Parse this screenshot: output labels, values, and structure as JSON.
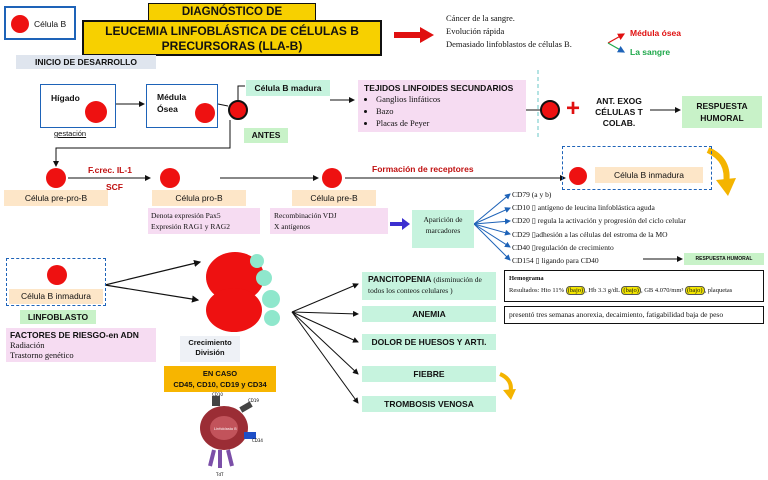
{
  "colors": {
    "red": "#ee1111",
    "yellow": "#f7d000",
    "blue": "#1e63b8",
    "green_text": "#1ea84a",
    "purple_arrow": "#3c2fd0",
    "orange": "#f4b400"
  },
  "header": {
    "top_label": "DIAGNÓSTICO DE",
    "title": "LEUCEMIA LINFOBLÁSTICA DE CÉLULAS B PRECURSORAS (LLA-B)",
    "celula_b": "Célula B",
    "inicio": "INICIO DE DESARROLLO"
  },
  "definition": {
    "lines": [
      "Cáncer de la sangre.",
      "Evolución rápida",
      "Demasiado linfoblastos de células B."
    ],
    "medula": "Médula ósea",
    "sangre": "La sangre"
  },
  "row1": {
    "higado": "Hígado",
    "gestacion": "gestación",
    "medula": "Médula Ósea",
    "celula_b_madura": "Célula B madura",
    "antes": "ANTES",
    "tejidos_title": "TEJIDOS LINFOIDES SECUNDARIOS",
    "tejidos_items": [
      "Ganglios linfáticos",
      "Bazo",
      "Placas de Peyer"
    ],
    "ant_exog": "ANT. EXOG CÉLULAS T COLAB.",
    "respuesta": "RESPUESTA HUMORAL"
  },
  "row2": {
    "pre_pro_b": "Célula pre-pro-B",
    "fcrec": "F.crec. IL-1",
    "scf": "SCF",
    "pro_b": "Célula  pro-B",
    "pro_b_desc": [
      "Denota expresión Pax5",
      "Expresión RAG1 y RAG2"
    ],
    "pre_b": "Célula  pre-B",
    "pre_b_desc": [
      "Recombinación VDJ",
      "X antígenos"
    ],
    "formacion": "Formación de receptores",
    "inmadura": "Célula  B inmadura",
    "aparicion": "Aparición de marcadores",
    "markers": [
      "CD79 (a y b)",
      "CD10 ▯ antígeno de leucina linfoblástica aguda",
      "CD20 ▯ regula la activación y progresión del ciclo celular",
      "CD29 ▯adhesión a las células del estroma de la MO",
      "CD40 ▯regulación de crecimiento",
      "CD154 ▯ ligando para CD40"
    ],
    "respuesta_small": "RESPUESTA HUMORAL"
  },
  "row3": {
    "inmadura": "Célula  B inmadura",
    "linfoblasto": "LINFOBLASTO",
    "factores_title": "FACTORES DE RIESGO-en ADN",
    "factores_items": [
      "Radiación",
      "Trastorno genético"
    ],
    "crecimiento": "Crecimiento División",
    "en_caso": "EN CASO",
    "en_caso_cd": "CD45, CD10, CD19 y CD34",
    "cell_labels": {
      "cd": "CD19",
      "cd10": "CD10",
      "cd34": "CD34",
      "tdt": "TdT",
      "center": "Linfoblasto B"
    },
    "symptoms": [
      {
        "title": "PANCITOPENIA",
        "detail": " (disminución de todos los conteos celulares )"
      },
      {
        "title": "ANEMIA",
        "detail": ""
      },
      {
        "title": "DOLOR DE HUESOS Y ARTI.",
        "detail": ""
      },
      {
        "title": "FIEBRE",
        "detail": ""
      },
      {
        "title": "TROMBOSIS VENOSA",
        "detail": ""
      }
    ],
    "hemograma_title": "Hemograma",
    "hemograma": {
      "prefix": "Resultados: Hto 11% ",
      "bajo": "(bajo)",
      "hb": ", Hb 3.3 g/dL ",
      "gb": ", GB 4.070/mm³ ",
      "suffix": ", plaquetas"
    },
    "presento": "presentó tres semanas anorexia, decaimiento, fatigabilidad baja de peso"
  }
}
